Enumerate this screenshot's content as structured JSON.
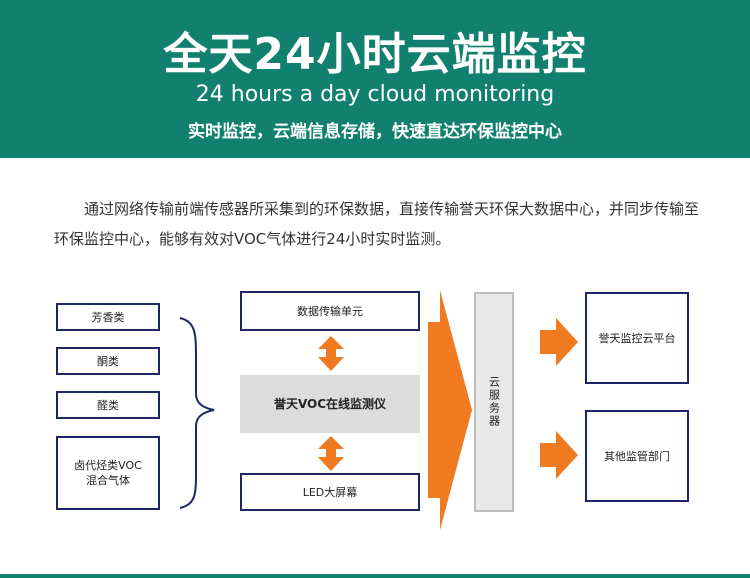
{
  "banner": {
    "title": "全天24小时云端监控",
    "subtitle": "24 hours a day cloud monitoring",
    "tagline": "实时监控，云端信息存储，快速直达环保监控中心"
  },
  "intro": "通过网络传输前端传感器所采集到的环保数据，直接传输誉天环保大数据中心，并同步传输至环保监控中心，能够有效对VOC气体进行24小时实时监测。",
  "diagram": {
    "sources": [
      "芳香类",
      "酮类",
      "醛类",
      "卤代烃类VOC\n混合气体"
    ],
    "data_unit": "数据传输单元",
    "monitor": "誉天VOC在线监测仪",
    "screen": "LED大屏幕",
    "server": "云服务器",
    "targets": [
      "誉天监控云平台",
      "其他监管部门"
    ]
  },
  "colors": {
    "banner": "#12806f",
    "arrow": "#f07a1f",
    "box_border": "#1d2563"
  }
}
